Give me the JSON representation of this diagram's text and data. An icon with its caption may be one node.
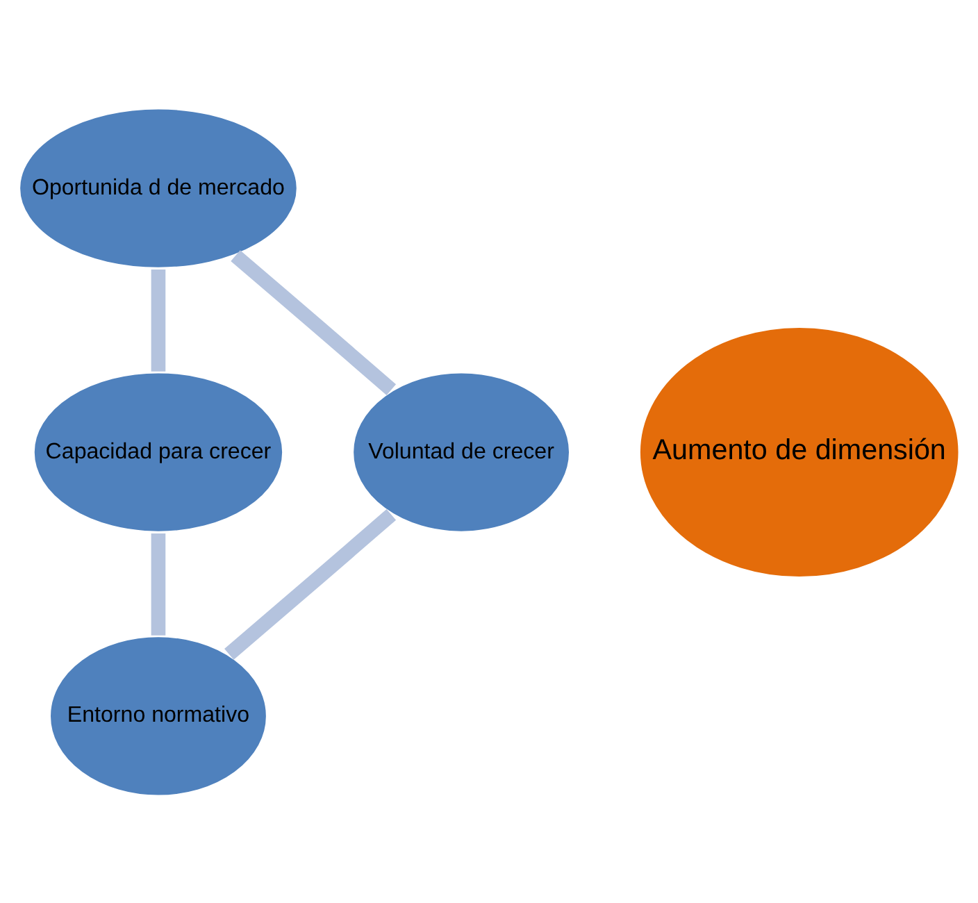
{
  "diagram": {
    "nodes": [
      {
        "text": [
          "Oportunida d de mercado"
        ]
      },
      {
        "text": [
          "Voluntad de crecer"
        ]
      },
      {
        "text": [
          "Aumento de dimensión"
        ]
      },
      {
        "text": [
          "Capacidad para crecer"
        ]
      },
      {
        "text": [
          "Entorno normativo"
        ]
      }
    ],
    "edges": [
      {
        "from": 0,
        "to": 3,
        "arrow": "none"
      },
      {
        "from": 3,
        "to": 4,
        "arrow": "none"
      },
      {
        "from": 4,
        "to": 1,
        "arrow": "none"
      },
      {
        "from": 1,
        "to": 0,
        "arrow": "none"
      }
    ]
  }
}
